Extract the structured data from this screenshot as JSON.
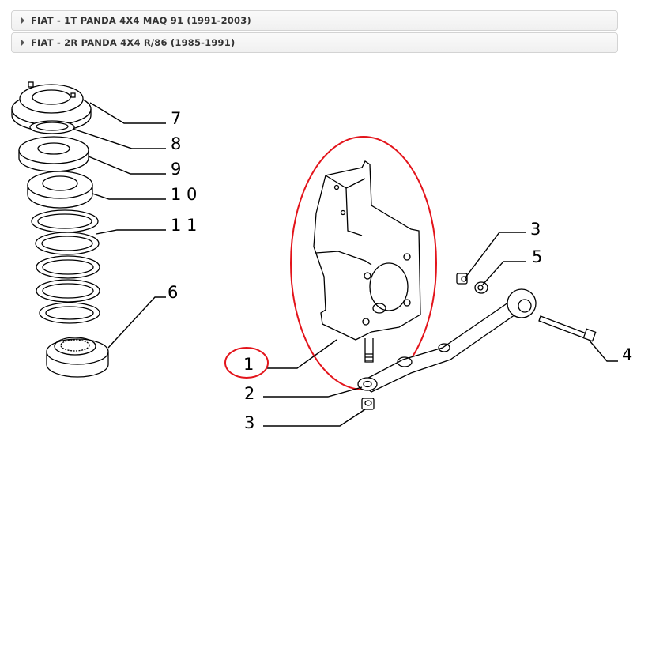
{
  "accordion": {
    "items": [
      {
        "label": "FIAT - 1T PANDA 4X4 MAQ 91 (1991-2003)",
        "expanded": false
      },
      {
        "label": "FIAT - 2R PANDA 4X4 R/86 (1985-1991)",
        "expanded": false
      }
    ]
  },
  "diagram": {
    "highlight_color": "#e3141b",
    "callouts": [
      {
        "id": "7",
        "label": "7"
      },
      {
        "id": "8",
        "label": "8"
      },
      {
        "id": "9",
        "label": "9"
      },
      {
        "id": "10",
        "label": "1 0"
      },
      {
        "id": "11",
        "label": "1 1"
      },
      {
        "id": "6",
        "label": "6"
      },
      {
        "id": "1",
        "label": "1",
        "highlighted": true
      },
      {
        "id": "2",
        "label": "2"
      },
      {
        "id": "3a",
        "label": "3"
      },
      {
        "id": "3b",
        "label": "3"
      },
      {
        "id": "5",
        "label": "5"
      },
      {
        "id": "4",
        "label": "4"
      }
    ]
  }
}
